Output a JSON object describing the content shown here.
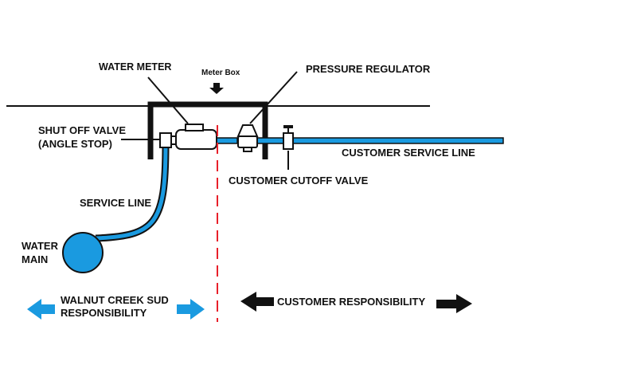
{
  "labels": {
    "water_meter": "WATER METER",
    "meter_box": "Meter Box",
    "pressure_regulator": "PRESSURE REGULATOR",
    "shut_off_valve_line1": "SHUT OFF VALVE",
    "shut_off_valve_line2": "(ANGLE STOP)",
    "customer_service_line": "CUSTOMER SERVICE LINE",
    "customer_cutoff_valve": "CUSTOMER CUTOFF VALVE",
    "service_line": "SERVICE LINE",
    "water_main_line1": "WATER",
    "water_main_line2": "MAIN",
    "utility_responsibility_line1": "WALNUT CREEK SUD",
    "utility_responsibility_line2": "RESPONSIBILITY",
    "customer_responsibility": "CUSTOMER RESPONSIBILITY"
  },
  "colors": {
    "pipe_blue": "#1a9ae0",
    "utility_arrow_blue": "#1a9ae0",
    "divider_red": "#e8202a",
    "outline_black": "#111111"
  }
}
